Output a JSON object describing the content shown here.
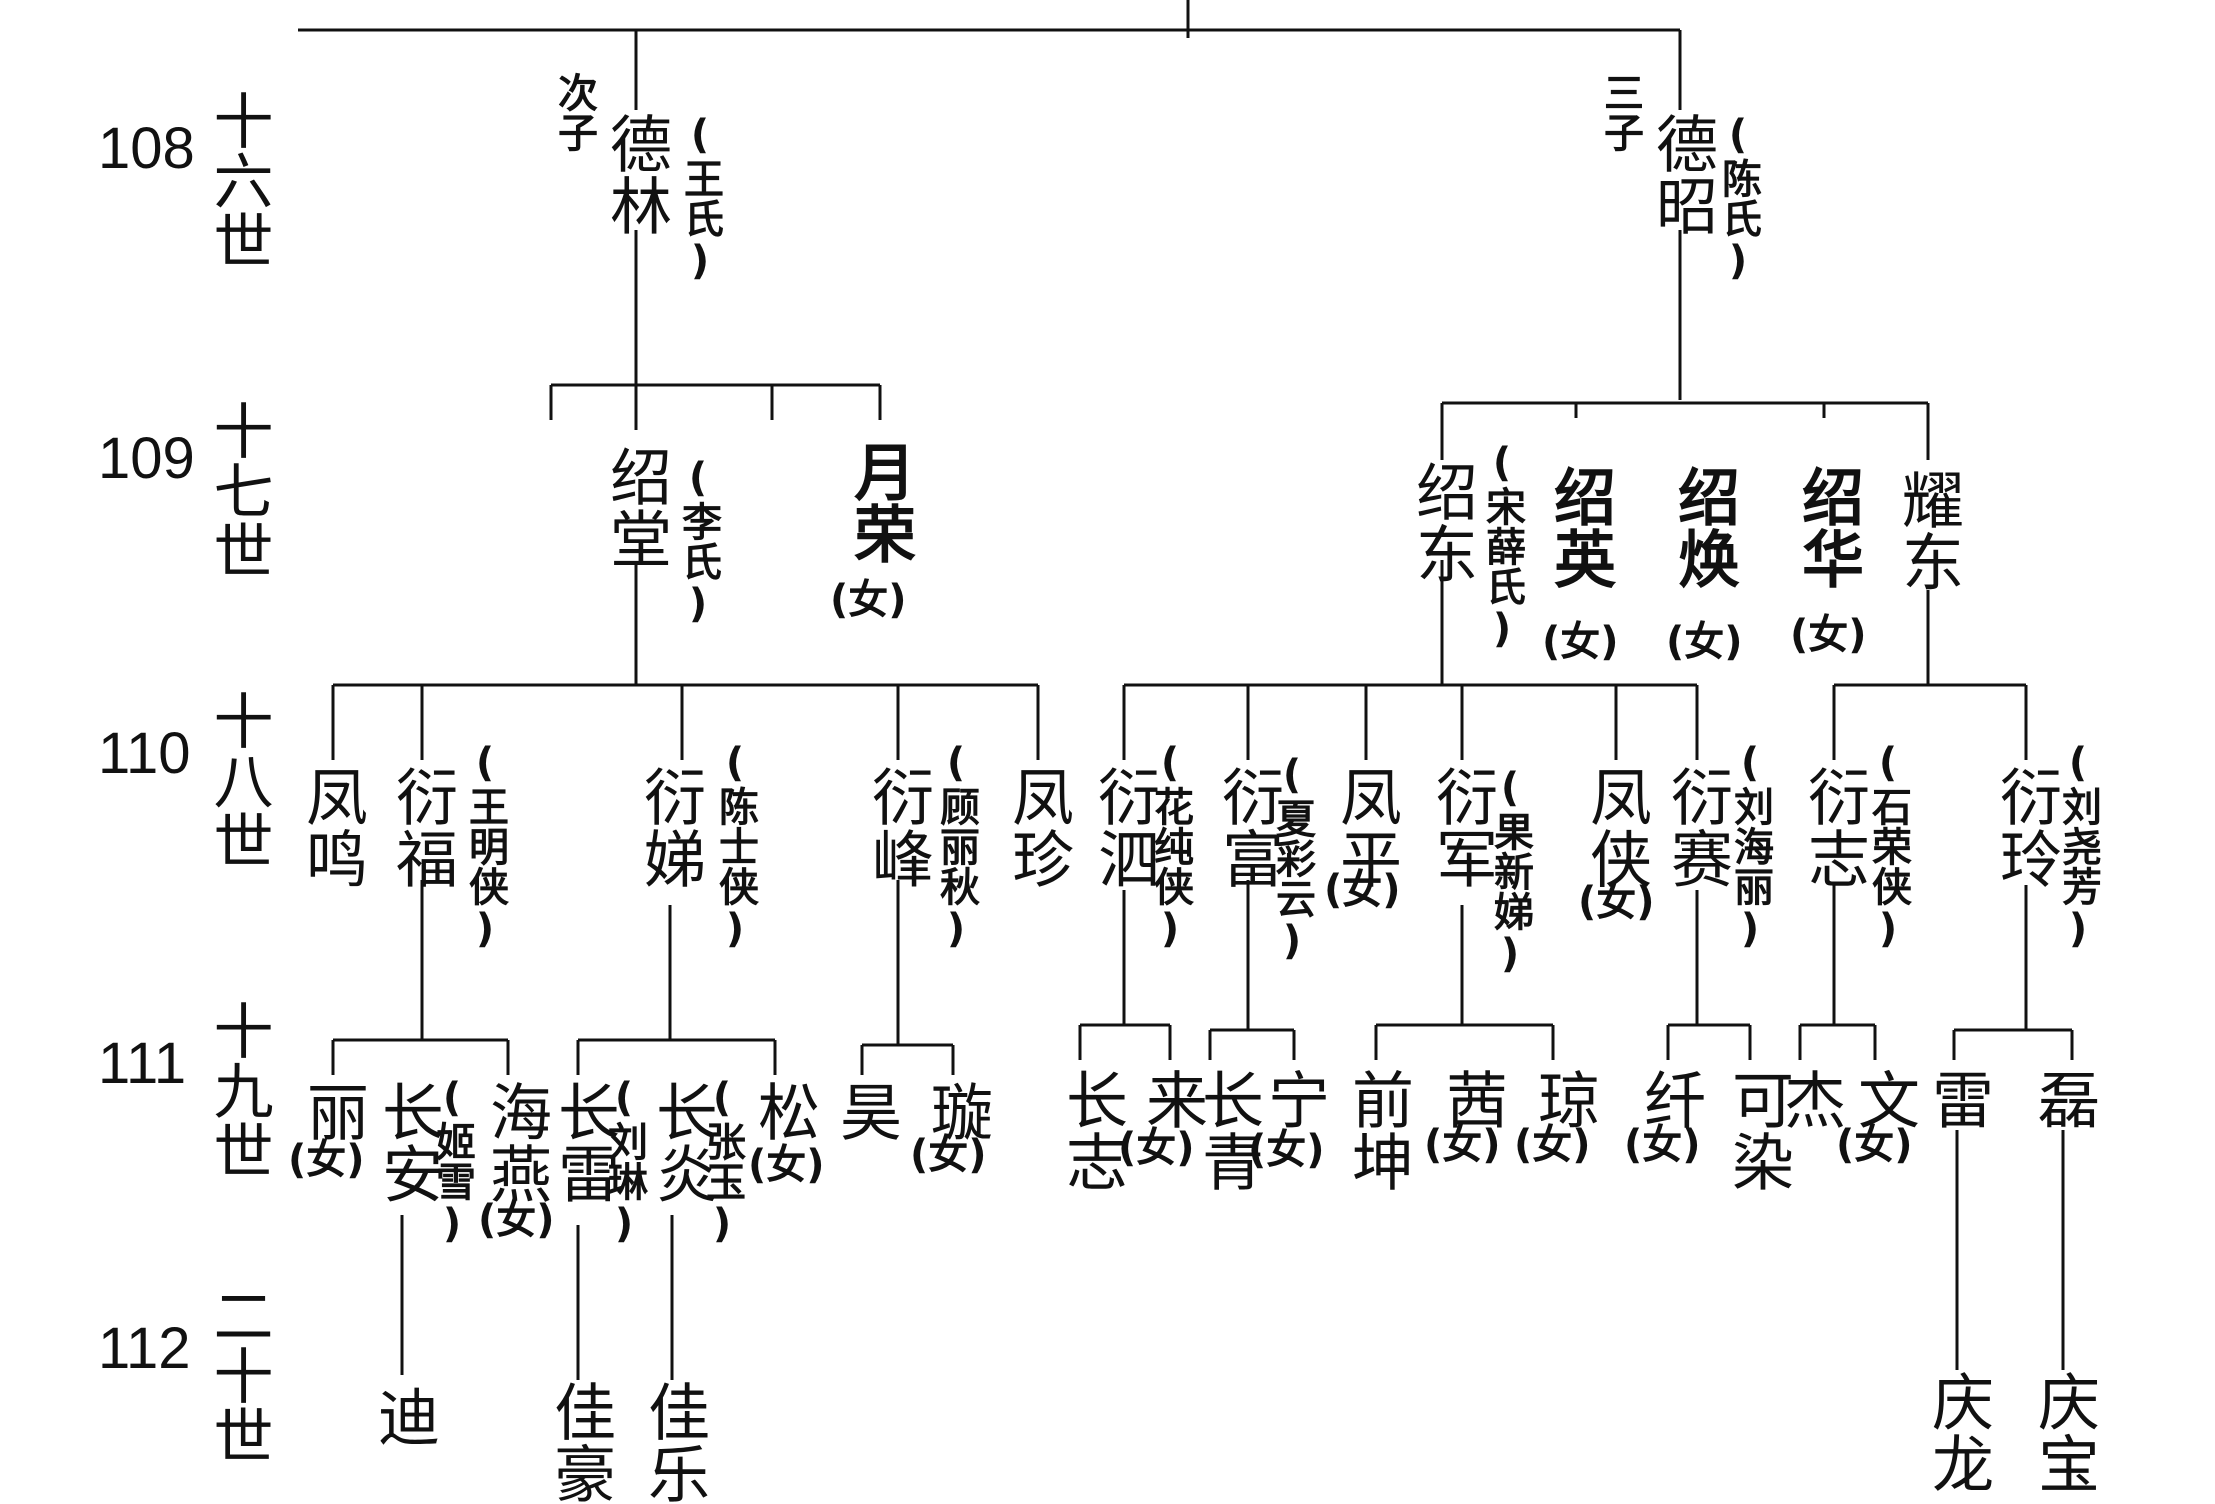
{
  "generations": [
    {
      "num": "108",
      "label": "十六世"
    },
    {
      "num": "109",
      "label": "十七世"
    },
    {
      "num": "110",
      "label": "十八世"
    },
    {
      "num": "111",
      "label": "十九世"
    },
    {
      "num": "112",
      "label": "二十世"
    }
  ],
  "members": {
    "delin": {
      "order": "次子",
      "name": "德林",
      "spouse": "(王氏)"
    },
    "dezhao": {
      "order": "三子",
      "name": "德昭",
      "spouse": "(陈氏)"
    },
    "shaotang": {
      "name": "绍堂",
      "spouse": "(李氏)"
    },
    "yuerong": {
      "name": "月荣",
      "female": "(女)"
    },
    "shaodong": {
      "name": "绍东",
      "spouse": "(宋薛氏)"
    },
    "shaoying": {
      "name": "绍英",
      "female": "(女)"
    },
    "shaohuan": {
      "name": "绍焕",
      "female": "(女)"
    },
    "shaohua": {
      "name": "绍华",
      "female": "(女)"
    },
    "yaodong": {
      "name": "耀东"
    },
    "fengming": {
      "name": "凤鸣"
    },
    "yanfu": {
      "name": "衍福",
      "spouse": "(王明侠)"
    },
    "yanti": {
      "name": "衍娣",
      "spouse": "(陈士侠)"
    },
    "yanfeng": {
      "name": "衍峰",
      "spouse": "(顾丽秋)"
    },
    "fengzhen": {
      "name": "凤珍"
    },
    "yansi": {
      "name": "衍泗",
      "spouse": "(花纯侠)"
    },
    "yanfu2": {
      "name": "衍富",
      "spouse": "(夏彩云)"
    },
    "fengping": {
      "name": "凤平",
      "female": "(女)"
    },
    "yanjun": {
      "name": "衍军",
      "spouse": "(果新娣)"
    },
    "fengxia": {
      "name": "凤侠",
      "female": "(女)"
    },
    "yansai": {
      "name": "衍赛",
      "spouse": "(刘海丽)"
    },
    "yanzhi": {
      "name": "衍志",
      "spouse": "(石荣侠)"
    },
    "yanling": {
      "name": "衍玲",
      "spouse": "(刘尧芳)"
    },
    "li": {
      "name": "丽",
      "female": "(女)"
    },
    "changan": {
      "name": "长安",
      "spouse": "(姬雪)"
    },
    "haiyan": {
      "name": "海燕",
      "female": "(女)"
    },
    "changlei": {
      "name": "长雷",
      "spouse": "(刘琳)"
    },
    "changyan": {
      "name": "长炎",
      "spouse": "(张玉)"
    },
    "song": {
      "name": "松",
      "female": "(女)"
    },
    "hao": {
      "name": "昊"
    },
    "xuan": {
      "name": "璇",
      "female": "(女)"
    },
    "changzhi": {
      "name": "长志"
    },
    "lai": {
      "name": "来",
      "female": "(女)"
    },
    "changqing": {
      "name": "长青"
    },
    "ning": {
      "name": "宁",
      "female": "(女)"
    },
    "qiankun": {
      "name": "前坤"
    },
    "xi": {
      "name": "茜",
      "female": "(女)"
    },
    "qiong": {
      "name": "琼",
      "female": "(女)"
    },
    "qian": {
      "name": "纤",
      "female": "(女)"
    },
    "keran": {
      "name": "可染"
    },
    "jie": {
      "name": "杰"
    },
    "wen": {
      "name": "文",
      "female": "(女)"
    },
    "lei": {
      "name": "雷"
    },
    "lei2": {
      "name": "磊"
    },
    "di": {
      "name": "迪"
    },
    "jiahao": {
      "name": "佳豪"
    },
    "jiale": {
      "name": "佳乐"
    },
    "qinglong": {
      "name": "庆龙"
    },
    "qingbao": {
      "name": "庆宝"
    }
  }
}
